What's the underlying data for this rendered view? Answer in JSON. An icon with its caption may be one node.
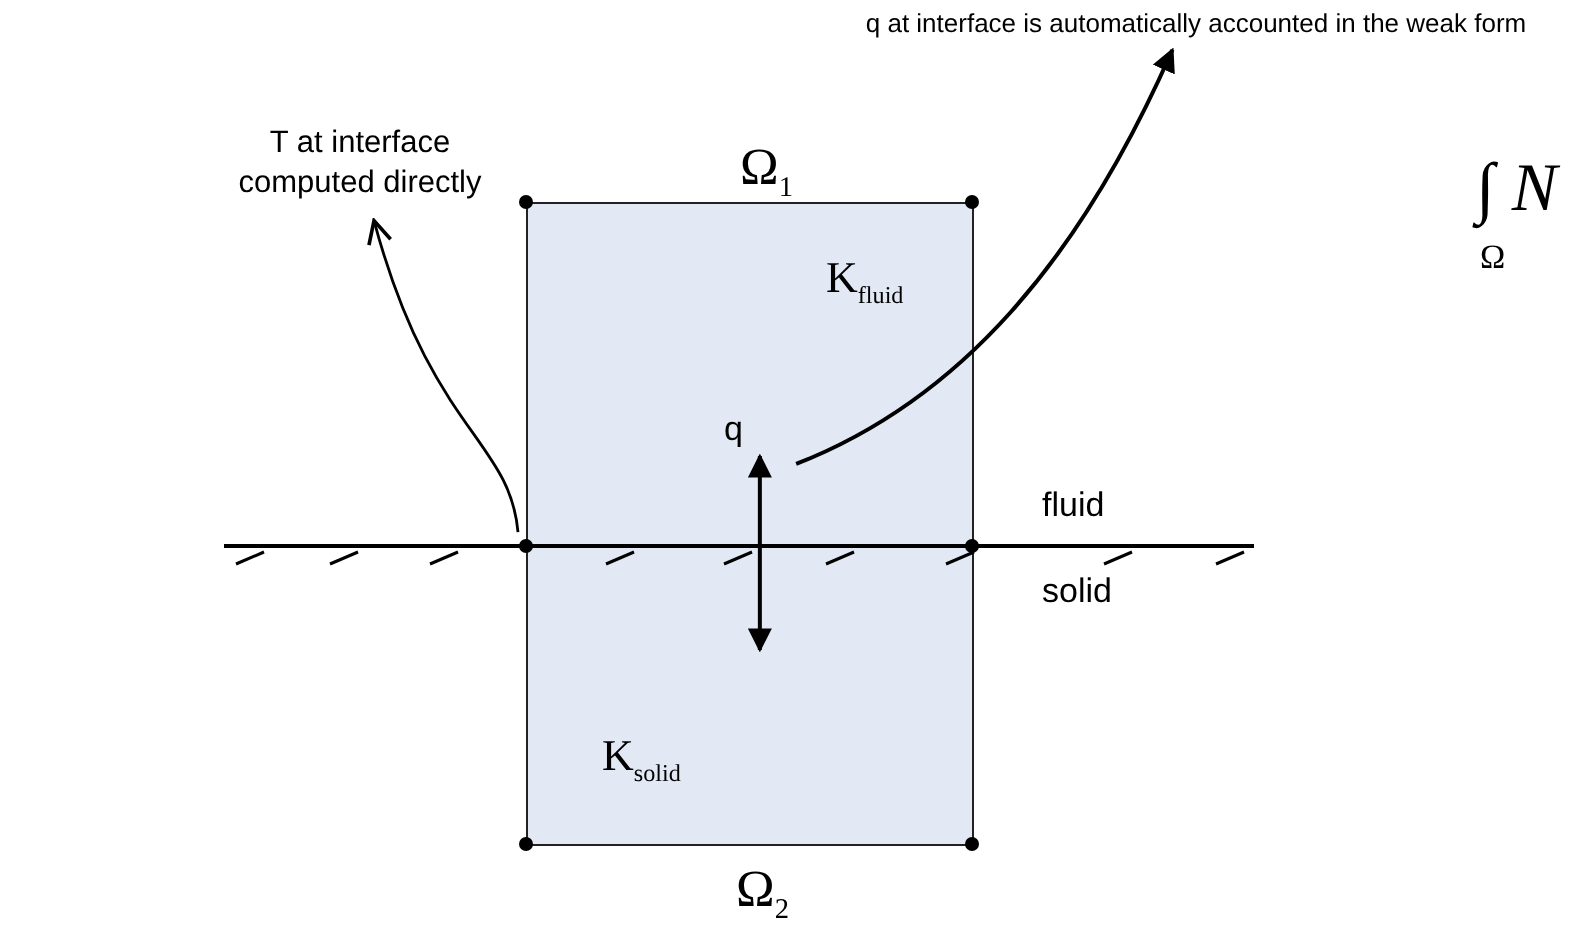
{
  "diagram": {
    "nodes": [
      {
        "text": [
          "Ω$_{1}$",
          "K$_{fluid}$"
        ]
      },
      {
        "text": [
          "K$_{solid}$",
          "Ω$_{2}$"
        ]
      },
      {
        "text": [
          "T at interface computed directly"
        ]
      },
      {
        "text": [
          "q at interface is automatically accounted in the weak form"
        ]
      }
    ],
    "edges": [
      {
        "from": 0,
        "to": 2,
        "arrow": "to"
      },
      {
        "from": 0,
        "to": 3,
        "arrow": "to"
      },
      {
        "from": 0,
        "to": 1,
        "arrow": "both",
        "label": "q"
      }
    ],
    "labels": [
      "fluid",
      "solid",
      "∫ N",
      "Ω"
    ]
  }
}
